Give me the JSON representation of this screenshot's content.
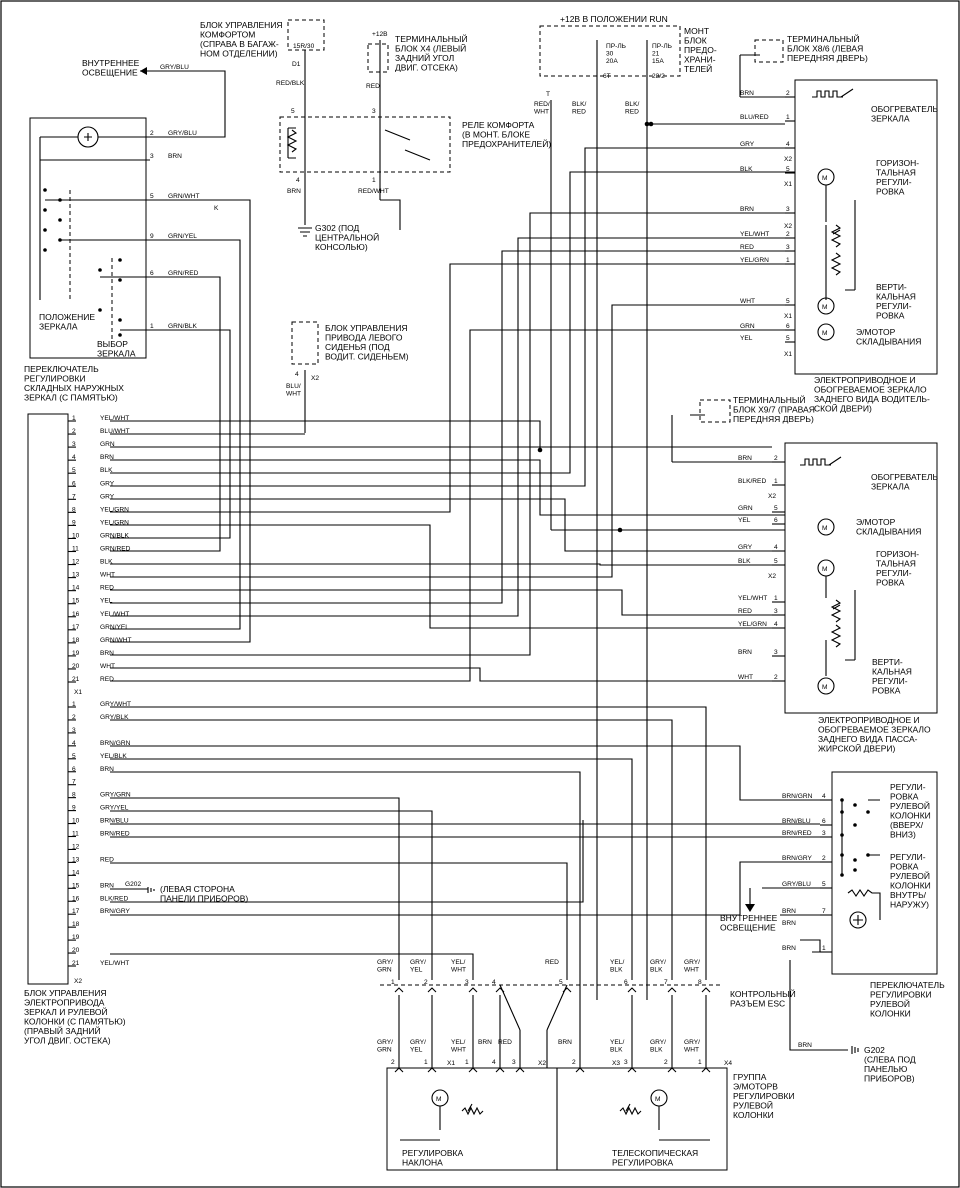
{
  "labels": {
    "comfort_ecu": "БЛОК УПРАВЛЕНИЯ\nКОМФОРТОМ\n(СПРАВА В БАГАЖ-\nНОМ ОТДЕЛЕНИИ)",
    "comfort_ecu_pin": "15R/30",
    "term_x4": "ТЕРМИНАЛЬНЫЙ\nБЛОК X4 (ЛЕВЫЙ\nЗАДНИЙ УГОЛ\nДВИГ. ОТСЕКА)",
    "plus12": "+12В",
    "plus12_run": "+12В В ПОЛОЖЕНИИ RUN",
    "fuse_box": "МОНТ\nБЛОК\nПРЕДО-\nХРАНИ-\nТЕЛЕЙ",
    "fuse1": "ПР-ЛЬ\n30\n20A",
    "fuse2": "ПР-ЛЬ\n21\n15A",
    "term_x8": "ТЕРМИНАЛЬНЫЙ\nБЛОК X8/6 (ЛЕВАЯ\nПЕРЕДНЯЯ ДВЕРЬ)",
    "interior_light": "ВНУТРЕННЕЕ\nОСВЕЩЕНИЕ",
    "comfort_relay": "РЕЛЕ КОМФОРТА\n(В МОНТ. БЛОКЕ\nПРЕДОХРАНИТЕЛЕЙ)",
    "g302": "G302 (ПОД\nЦЕНТРАЛЬНОЙ\nКОНСОЛЬЮ)",
    "mirror_position": "ПОЛОЖЕНИЕ\nЗЕРКАЛА",
    "mirror_select": "ВЫБОР\nЗЕРКАЛА",
    "mirror_switch": "ПЕРЕКЛЮЧАТЕЛЬ\nРЕГУЛИРОВКИ\nСКЛАДНЫХ НАРУЖНЫХ\nЗЕРКАЛ (С ПАМЯТЬЮ)",
    "seat_ecu": "БЛОК УПРАВЛЕНИЯ\nПРИВОДА ЛЕВОГО\nСИДЕНЬЯ (ПОД\nВОДИТ. СИДЕНЬЕМ)",
    "mirror_heater_l": "ОБОГРЕВАТЕЛЬ\nЗЕРКАЛА",
    "horiz_adj_l": "ГОРИЗОН-\nТАЛЬНАЯ\nРЕГУЛИ-\nРОВКА",
    "vert_adj_l": "ВЕРТИ-\nКАЛЬНАЯ\nРЕГУЛИ-\nРОВКА",
    "fold_motor_l": "Э/МОТОР\nСКЛАДЫВАНИЯ",
    "driver_mirror": "ЭЛЕКТРОПРИВОДНОЕ И\nОБОГРЕВАЕМОЕ ЗЕРКАЛО\nЗАДНЕГО ВИДА ВОДИТЕЛЬ-\nСКОЙ ДВЕРИ)",
    "term_x9": "ТЕРМИНАЛЬНЫЙ\nБЛОК X9/7 (ПРАВАЯ\nПЕРЕДНЯЯ ДВЕРЬ)",
    "mirror_heater_r": "ОБОГРЕВАТЕЛЬ\nЗЕРКАЛА",
    "fold_motor_r": "Э/МОТОР\nСКЛАДЫВАНИЯ",
    "horiz_adj_r": "ГОРИЗОН-\nТАЛЬНАЯ\nРЕГУЛИ-\nРОВКА",
    "vert_adj_r": "ВЕРТИ-\nКАЛЬНАЯ\nРЕГУЛИ-\nРОВКА",
    "passenger_mirror": "ЭЛЕКТРОПРИВОДНОЕ И\nОБОГРЕВАЕМОЕ ЗЕРКАЛО\nЗАДНЕГО ВИДА ПАССА-\nЖИРСКОЙ ДВЕРИ)",
    "col_updown": "РЕГУЛИ-\nРОВКА\nРУЛЕВОЙ\nКОЛОНКИ\n(ВВЕРХ/\nВНИЗ)",
    "col_inout": "РЕГУЛИ-\nРОВКА\nРУЛЕВОЙ\nКОЛОНКИ\nВНУТРЬ/\nНАРУЖУ)",
    "interior_light_2": "ВНУТРЕННЕЕ\nОСВЕЩЕНИЕ",
    "col_switch": "ПЕРЕКЛЮЧАТЕЛЬ\nРЕГУЛИРОВКИ\nРУЛЕВОЙ\nКОЛОНКИ",
    "memory_ecu": "БЛОК УПРАВЛЕНИЯ\nЭЛЕКТРОПРИВОДА\nЗЕРКАЛ И РУЛЕВОЙ\nКОЛОНКИ (С ПАМЯТЬЮ)\n(ПРАВЫЙ ЗАДНИЙ\nУГОЛ ДВИГ. ОСТЕКА)",
    "g202_left": "(ЛЕВАЯ СТОРОНА\nПАНЕЛИ ПРИБОРОВ)",
    "g202_tag": "G202",
    "esc_connector": "КОНТРОЛЬНЫЙ\nРАЗЪЕМ ESC",
    "motor_group": "ГРУППА\nЭ/МОТОРВ\nРЕГУЛИРОВКИ\nРУЛЕВОЙ\nКОЛОНКИ",
    "tilt": "РЕГУЛИРОВКА\nНАКЛОНА",
    "telescopic": "ТЕЛЕСКОПИЧЕСКАЯ\nРЕГУЛИРОВКА",
    "g202_under": "G202\n(СЛЕВА ПОД\nПАНЕЛЬЮ\nПРИБОРОВ)"
  },
  "ecu_x1_pins": [
    {
      "pin": "1",
      "wire": "YEL/WHT"
    },
    {
      "pin": "2",
      "wire": "BLU/WHT"
    },
    {
      "pin": "3",
      "wire": "GRN"
    },
    {
      "pin": "4",
      "wire": "BRN"
    },
    {
      "pin": "5",
      "wire": "BLK"
    },
    {
      "pin": "6",
      "wire": "GRY"
    },
    {
      "pin": "7",
      "wire": "GRY"
    },
    {
      "pin": "8",
      "wire": "YEL/GRN"
    },
    {
      "pin": "9",
      "wire": "YEL/GRN"
    },
    {
      "pin": "10",
      "wire": "GRN/BLK"
    },
    {
      "pin": "11",
      "wire": "GRN/RED"
    },
    {
      "pin": "12",
      "wire": "BLK"
    },
    {
      "pin": "13",
      "wire": "WHT"
    },
    {
      "pin": "14",
      "wire": "RED"
    },
    {
      "pin": "15",
      "wire": "YEL"
    },
    {
      "pin": "16",
      "wire": "YEL/WHT"
    },
    {
      "pin": "17",
      "wire": "GRN/YEL"
    },
    {
      "pin": "18",
      "wire": "GRN/WHT"
    },
    {
      "pin": "19",
      "wire": "BRN"
    },
    {
      "pin": "20",
      "wire": "WHT"
    },
    {
      "pin": "21",
      "wire": "RED"
    }
  ],
  "ecu_x1_label": "X1",
  "ecu_x2_pins": [
    {
      "pin": "1",
      "wire": "GRY/WHT"
    },
    {
      "pin": "2",
      "wire": "GRY/BLK"
    },
    {
      "pin": "3",
      "wire": ""
    },
    {
      "pin": "4",
      "wire": "BRN/GRN"
    },
    {
      "pin": "5",
      "wire": "YEL/BLK"
    },
    {
      "pin": "6",
      "wire": "BRN"
    },
    {
      "pin": "7",
      "wire": ""
    },
    {
      "pin": "8",
      "wire": "GRY/GRN"
    },
    {
      "pin": "9",
      "wire": "GRY/YEL"
    },
    {
      "pin": "10",
      "wire": "BRN/BLU"
    },
    {
      "pin": "11",
      "wire": "BRN/RED"
    },
    {
      "pin": "12",
      "wire": ""
    },
    {
      "pin": "13",
      "wire": "RED"
    },
    {
      "pin": "14",
      "wire": ""
    },
    {
      "pin": "15",
      "wire": "BRN"
    },
    {
      "pin": "16",
      "wire": "BLK/RED"
    },
    {
      "pin": "17",
      "wire": "BRN/GRY"
    },
    {
      "pin": "18",
      "wire": ""
    },
    {
      "pin": "19",
      "wire": ""
    },
    {
      "pin": "20",
      "wire": ""
    },
    {
      "pin": "21",
      "wire": "YEL/WHT"
    }
  ],
  "ecu_x2_label": "X2",
  "switch_pins": [
    {
      "pin": "2",
      "wire": "GRY/BLU"
    },
    {
      "pin": "3",
      "wire": "BRN"
    },
    {
      "pin": "5",
      "wire": "GRN/WHT"
    },
    {
      "pin": "9",
      "wire": "GRN/YEL"
    },
    {
      "pin": "6",
      "wire": "GRN/RED"
    },
    {
      "pin": "1",
      "wire": "GRN/BLK"
    }
  ],
  "switch_k": "K",
  "driver_mirror_pins": [
    {
      "pin": "2",
      "wire": "BRN"
    },
    {
      "pin": "1",
      "wire": "BLU/RED"
    },
    {
      "pin": "4",
      "wire": "GRY"
    },
    {
      "pin": "5",
      "wire": "BLK"
    },
    {
      "pin": "3",
      "wire": "BRN"
    },
    {
      "pin": "2",
      "wire": "YEL/WHT"
    },
    {
      "pin": "3",
      "wire": "RED"
    },
    {
      "pin": "1",
      "wire": "YEL/GRN"
    },
    {
      "pin": "5",
      "wire": "WHT"
    },
    {
      "pin": "6",
      "wire": "GRN"
    },
    {
      "pin": "5",
      "wire": "YEL"
    }
  ],
  "passenger_mirror_pins": [
    {
      "pin": "2",
      "wire": "BRN"
    },
    {
      "pin": "1",
      "wire": "BLK/RED"
    },
    {
      "pin": "5",
      "wire": "GRN"
    },
    {
      "pin": "6",
      "wire": "YEL"
    },
    {
      "pin": "4",
      "wire": "GRY"
    },
    {
      "pin": "5",
      "wire": "BLK"
    },
    {
      "pin": "1",
      "wire": "YEL/WHT"
    },
    {
      "pin": "3",
      "wire": "RED"
    },
    {
      "pin": "4",
      "wire": "YEL/GRN"
    },
    {
      "pin": "3",
      "wire": "BRN"
    },
    {
      "pin": "2",
      "wire": "WHT"
    }
  ],
  "col_switch_pins": [
    {
      "pin": "4",
      "wire": "BRN/GRN"
    },
    {
      "pin": "6",
      "wire": "BRN/BLU"
    },
    {
      "pin": "3",
      "wire": "BRN/RED"
    },
    {
      "pin": "2",
      "wire": "BRN/GRY"
    },
    {
      "pin": "5",
      "wire": "GRY/BLU"
    },
    {
      "pin": "7",
      "wire": "BRN"
    },
    {
      "pin": "1",
      "wire": "BRN"
    }
  ],
  "col_switch_extra_wire": "BRN",
  "esc_top": [
    {
      "wire": "GRY/\nGRN",
      "pin": "1"
    },
    {
      "wire": "GRY/\nYEL",
      "pin": "2"
    },
    {
      "wire": "YEL/\nWHT",
      "pin": "3"
    },
    {
      "wire": "",
      "pin": "4"
    },
    {
      "wire": "RED",
      "pin": "5"
    },
    {
      "wire": "YEL/\nBLK",
      "pin": "6"
    },
    {
      "wire": "GRY/\nBLK",
      "pin": "7"
    },
    {
      "wire": "GRY/\nWHT",
      "pin": "8"
    }
  ],
  "motor_pins": [
    {
      "wire": "GRY/\nGRN",
      "pin": "2"
    },
    {
      "wire": "GRY/\nYEL",
      "pin": "1"
    },
    {
      "wire": "YEL/\nWHT",
      "pin": "1"
    },
    {
      "wire": "BRN",
      "pin": "4"
    },
    {
      "wire": "RED",
      "pin": "3"
    },
    {
      "wire": "BRN",
      "pin": "2"
    },
    {
      "wire": "YEL/\nBLK",
      "pin": "3"
    },
    {
      "wire": "GRY/\nBLK",
      "pin": "2"
    },
    {
      "wire": "GRY/\nWHT",
      "pin": "1"
    }
  ],
  "motor_x_labels": [
    "X1",
    "X2",
    "X3",
    "X4"
  ],
  "wire_tags": {
    "gry_blu": "GRY/BLU",
    "red_blk": "RED/BLK",
    "red": "RED",
    "brn": "BRN",
    "red_wht": "RED/WHT",
    "blu_wht": "BLU/\nWHT",
    "red_wht2": "RED/\nWHT",
    "blk_red": "BLK/\nRED",
    "blk_red2": "BLK/\nRED",
    "brn2": "BRN",
    "brn3": "BRN"
  },
  "pin_tags": {
    "d1": "D1",
    "p5": "5",
    "p3": "3",
    "p4": "4",
    "p1": "1",
    "t": "T",
    "p6t": "6T",
    "p23_2": "23/2",
    "x2a": "X2",
    "x1a": "X1",
    "x2b": "X2",
    "x1b": "X1",
    "x2c": "X2",
    "x1c": "X1",
    "x2d": "X2",
    "s4": "4",
    "s2x2": "X2"
  }
}
